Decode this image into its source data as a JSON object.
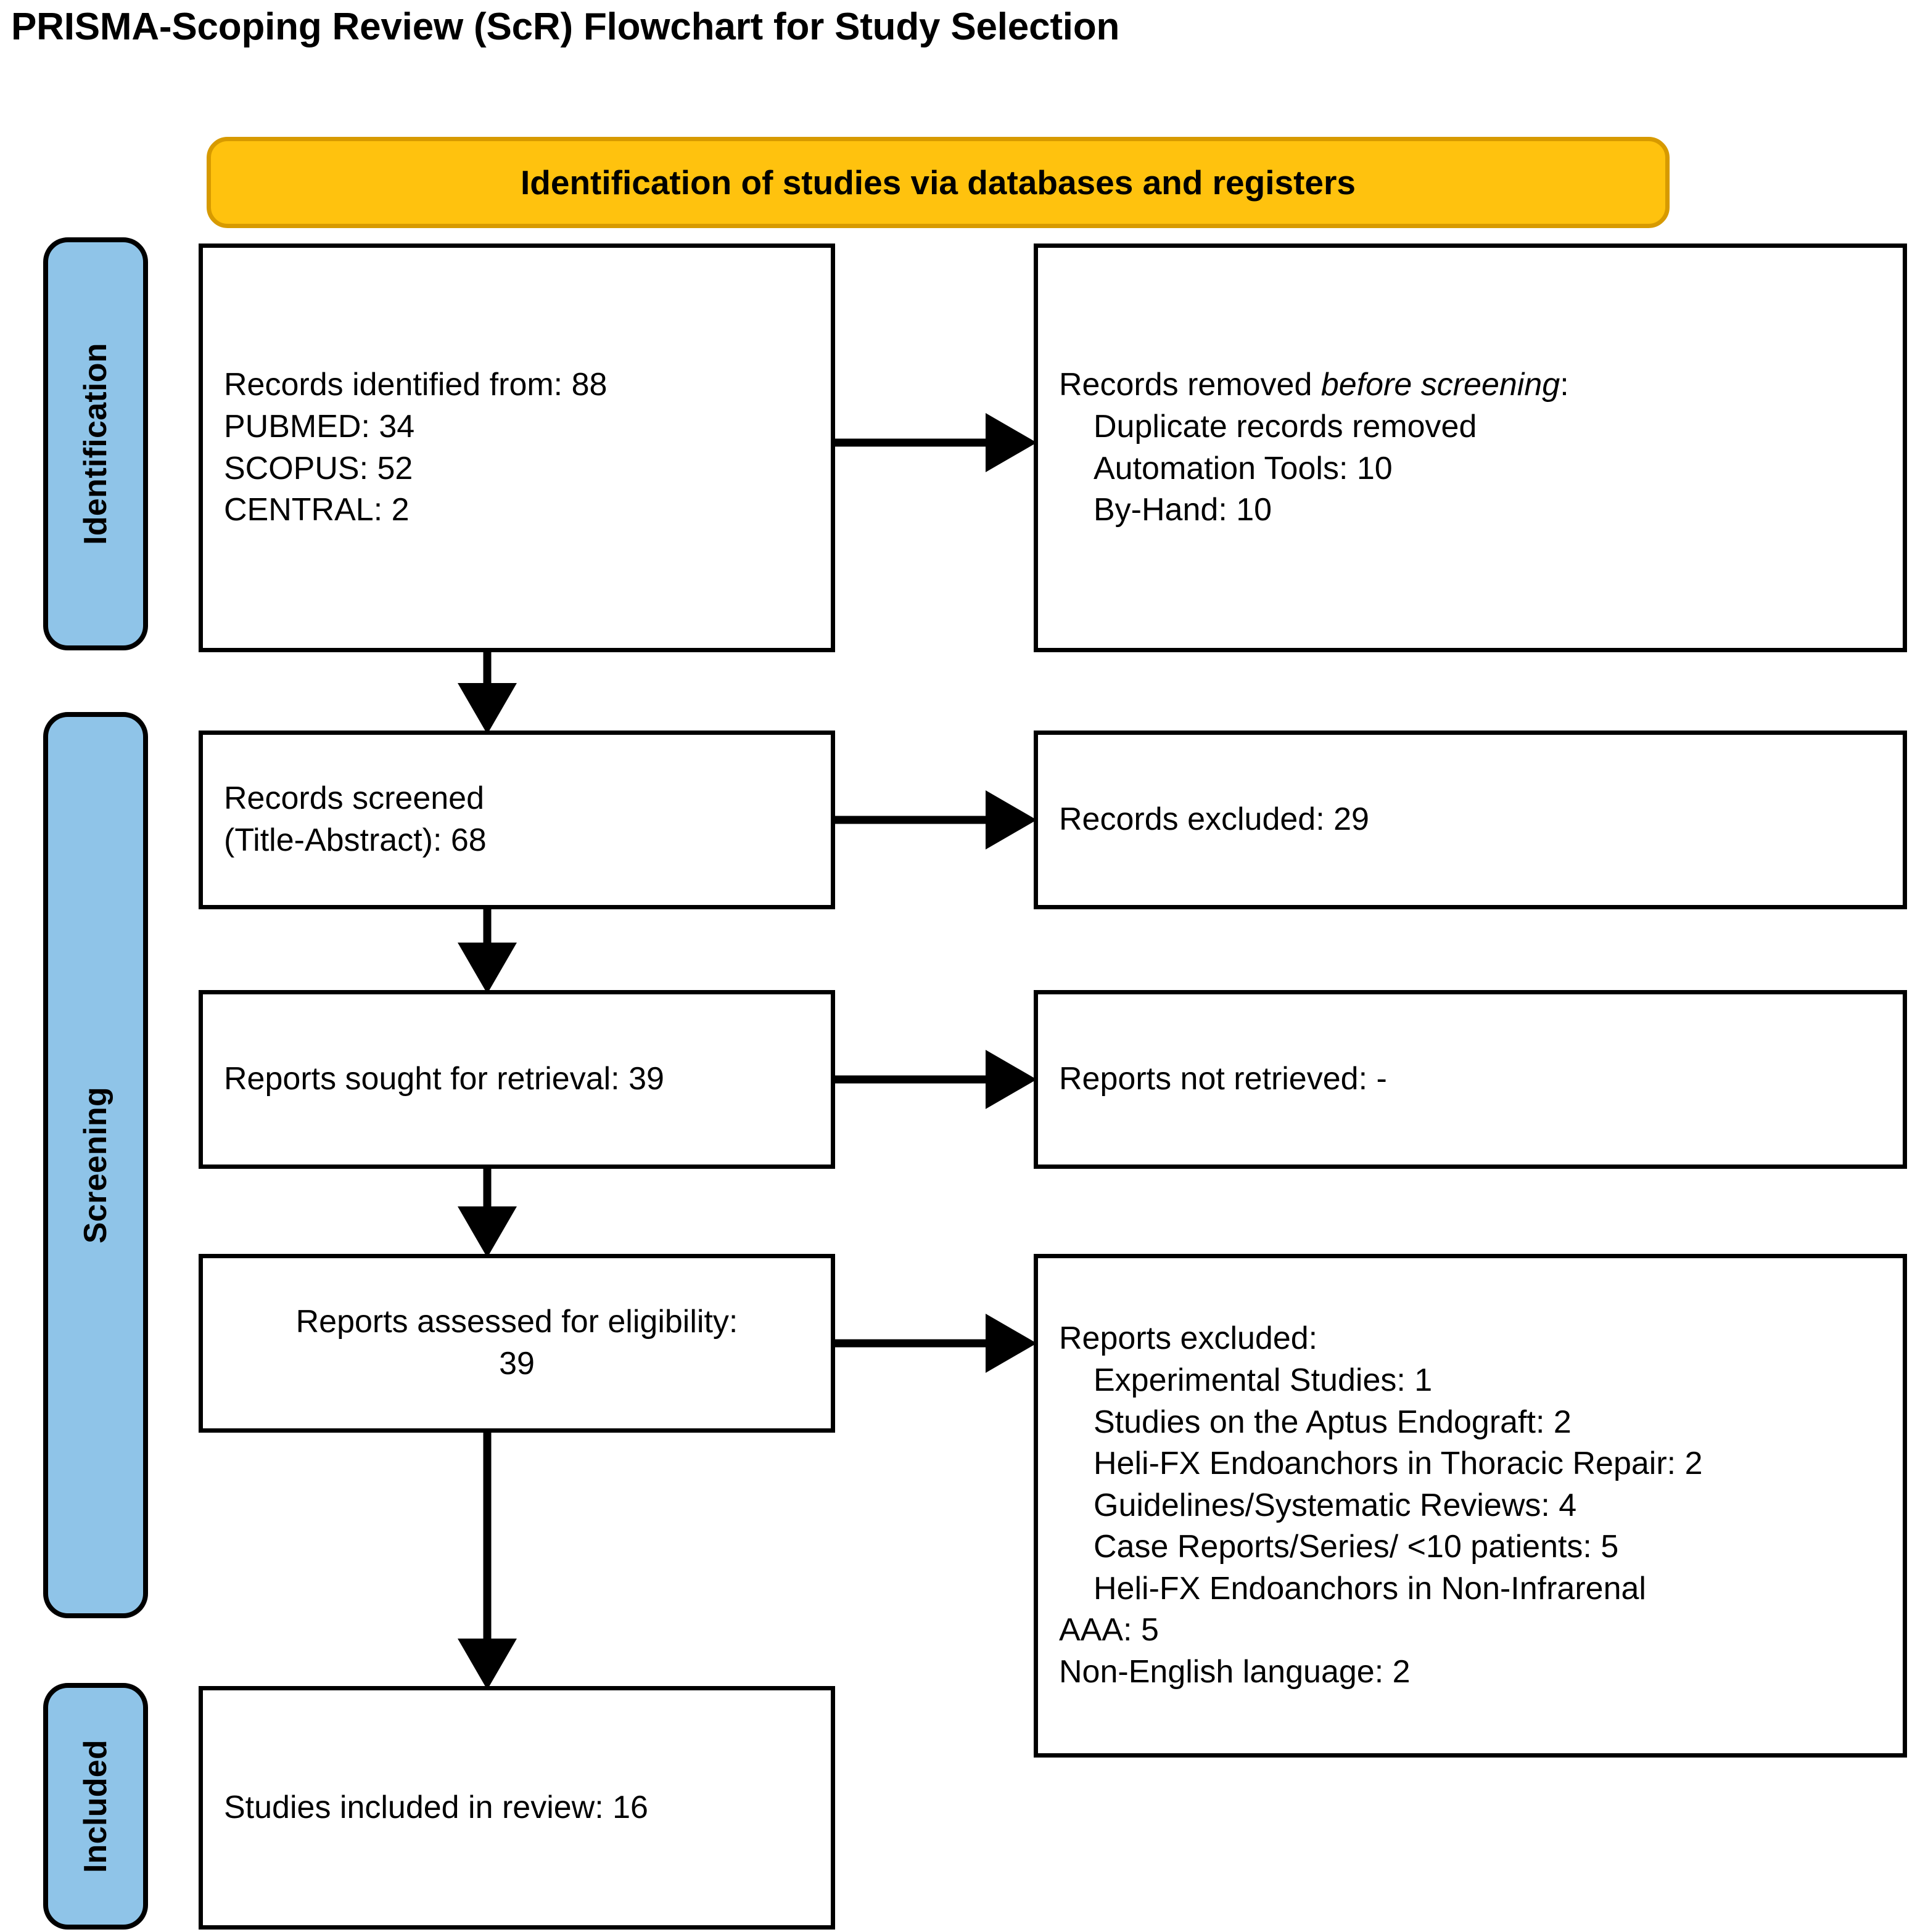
{
  "title": "PRISMA-Scoping Review (ScR) Flowchart for Study Selection",
  "colors": {
    "header_fill": "#FFC20E",
    "header_border": "#D79A00",
    "stage_fill": "#8FC4E8",
    "box_border": "#000000",
    "text": "#000000",
    "background": "#FFFFFF"
  },
  "stage_header": {
    "label": "Identification of studies via databases and registers"
  },
  "stages": [
    {
      "id": "identification",
      "label": "Identification"
    },
    {
      "id": "screening",
      "label": "Screening"
    },
    {
      "id": "included",
      "label": "Included"
    }
  ],
  "chart_data": {
    "type": "flowchart",
    "title": "PRISMA-Scoping Review (ScR) Flowchart for Study Selection",
    "header": "Identification of studies via databases and registers",
    "stages": [
      "Identification",
      "Screening",
      "Included"
    ],
    "nodes": [
      {
        "id": "records-identified",
        "stage": "Identification",
        "column": "left",
        "lines": [
          "Records identified from: 88",
          "PUBMED: 34",
          "SCOPUS: 52",
          "CENTRAL: 2"
        ],
        "value": 88,
        "sources": {
          "PUBMED": 34,
          "SCOPUS": 52,
          "CENTRAL": 2
        }
      },
      {
        "id": "records-removed",
        "stage": "Identification",
        "column": "right",
        "lines": [
          "Records removed before screening:",
          "Duplicate records removed",
          "Automation Tools: 10",
          "By-Hand: 10"
        ],
        "reasons": {
          "Automation Tools": 10,
          "By-Hand": 10
        }
      },
      {
        "id": "records-screened",
        "stage": "Screening",
        "column": "left",
        "lines": [
          "Records screened",
          "(Title-Abstract): 68"
        ],
        "value": 68
      },
      {
        "id": "records-excluded",
        "stage": "Screening",
        "column": "right",
        "lines": [
          "Records excluded: 29"
        ],
        "value": 29
      },
      {
        "id": "reports-sought",
        "stage": "Screening",
        "column": "left",
        "lines": [
          "Reports sought for retrieval: 39"
        ],
        "value": 39
      },
      {
        "id": "reports-not-retrieved",
        "stage": "Screening",
        "column": "right",
        "lines": [
          "Reports not retrieved: -"
        ],
        "value": null
      },
      {
        "id": "reports-assessed",
        "stage": "Screening",
        "column": "left",
        "lines": [
          "Reports assessed for eligibility:",
          "39"
        ],
        "value": 39
      },
      {
        "id": "reports-excluded",
        "stage": "Screening",
        "column": "right",
        "lines": [
          "Reports excluded:",
          "Experimental Studies: 1",
          "Studies on the Aptus Endograft: 2",
          "Heli-FX Endoanchors in Thoracic Repair: 2",
          "Guidelines/Systematic Reviews: 4",
          "Case Reports/Series/ <10 patients: 5",
          "Heli-FX Endoanchors in Non-Infrarenal",
          "AAA: 5",
          "Non-English language: 2"
        ],
        "reasons": {
          "Experimental Studies": 1,
          "Studies on the Aptus Endograft": 2,
          "Heli-FX Endoanchors in Thoracic Repair": 2,
          "Guidelines/Systematic Reviews": 4,
          "Case Reports/Series/ <10 patients": 5,
          "Heli-FX Endoanchors in Non-Infrarenal AAA": 5,
          "Non-English language": 2
        }
      },
      {
        "id": "studies-included",
        "stage": "Included",
        "column": "left",
        "lines": [
          "Studies included in review: 16"
        ],
        "value": 16
      }
    ],
    "edges": [
      {
        "from": "records-identified",
        "to": "records-removed",
        "direction": "right"
      },
      {
        "from": "records-identified",
        "to": "records-screened",
        "direction": "down"
      },
      {
        "from": "records-screened",
        "to": "records-excluded",
        "direction": "right"
      },
      {
        "from": "records-screened",
        "to": "reports-sought",
        "direction": "down"
      },
      {
        "from": "reports-sought",
        "to": "reports-not-retrieved",
        "direction": "right"
      },
      {
        "from": "reports-sought",
        "to": "reports-assessed",
        "direction": "down"
      },
      {
        "from": "reports-assessed",
        "to": "reports-excluded",
        "direction": "right"
      },
      {
        "from": "reports-assessed",
        "to": "studies-included",
        "direction": "down"
      }
    ]
  },
  "boxes": {
    "records_identified": {
      "l1": "Records identified from: 88",
      "l2": "PUBMED: 34",
      "l3": "SCOPUS: 52",
      "l4": "CENTRAL: 2"
    },
    "records_removed": {
      "l1_a": "Records removed ",
      "l1_b": "before screening",
      "l1_c": ":",
      "l2": "Duplicate records removed",
      "l3": "Automation Tools: 10",
      "l4": "By-Hand: 10"
    },
    "records_screened": {
      "l1": "Records screened",
      "l2": "(Title-Abstract): 68"
    },
    "records_excluded": {
      "l1": "Records excluded: 29"
    },
    "reports_sought": {
      "l1": "Reports sought for retrieval: 39"
    },
    "reports_not_retrieved": {
      "l1": "Reports not retrieved: -"
    },
    "reports_assessed": {
      "l1": "Reports assessed for eligibility:",
      "l2": "39"
    },
    "reports_excluded": {
      "l1": "Reports excluded:",
      "l2": "Experimental Studies: 1",
      "l3": "Studies on the Aptus Endograft: 2",
      "l4": "Heli-FX Endoanchors in Thoracic Repair: 2",
      "l5": "Guidelines/Systematic Reviews: 4",
      "l6": "Case Reports/Series/ <10 patients: 5",
      "l7": "Heli-FX Endoanchors in Non-Infrarenal",
      "l8": "AAA: 5",
      "l9": "Non-English language: 2"
    },
    "studies_included": {
      "l1": "Studies included in review: 16"
    }
  }
}
